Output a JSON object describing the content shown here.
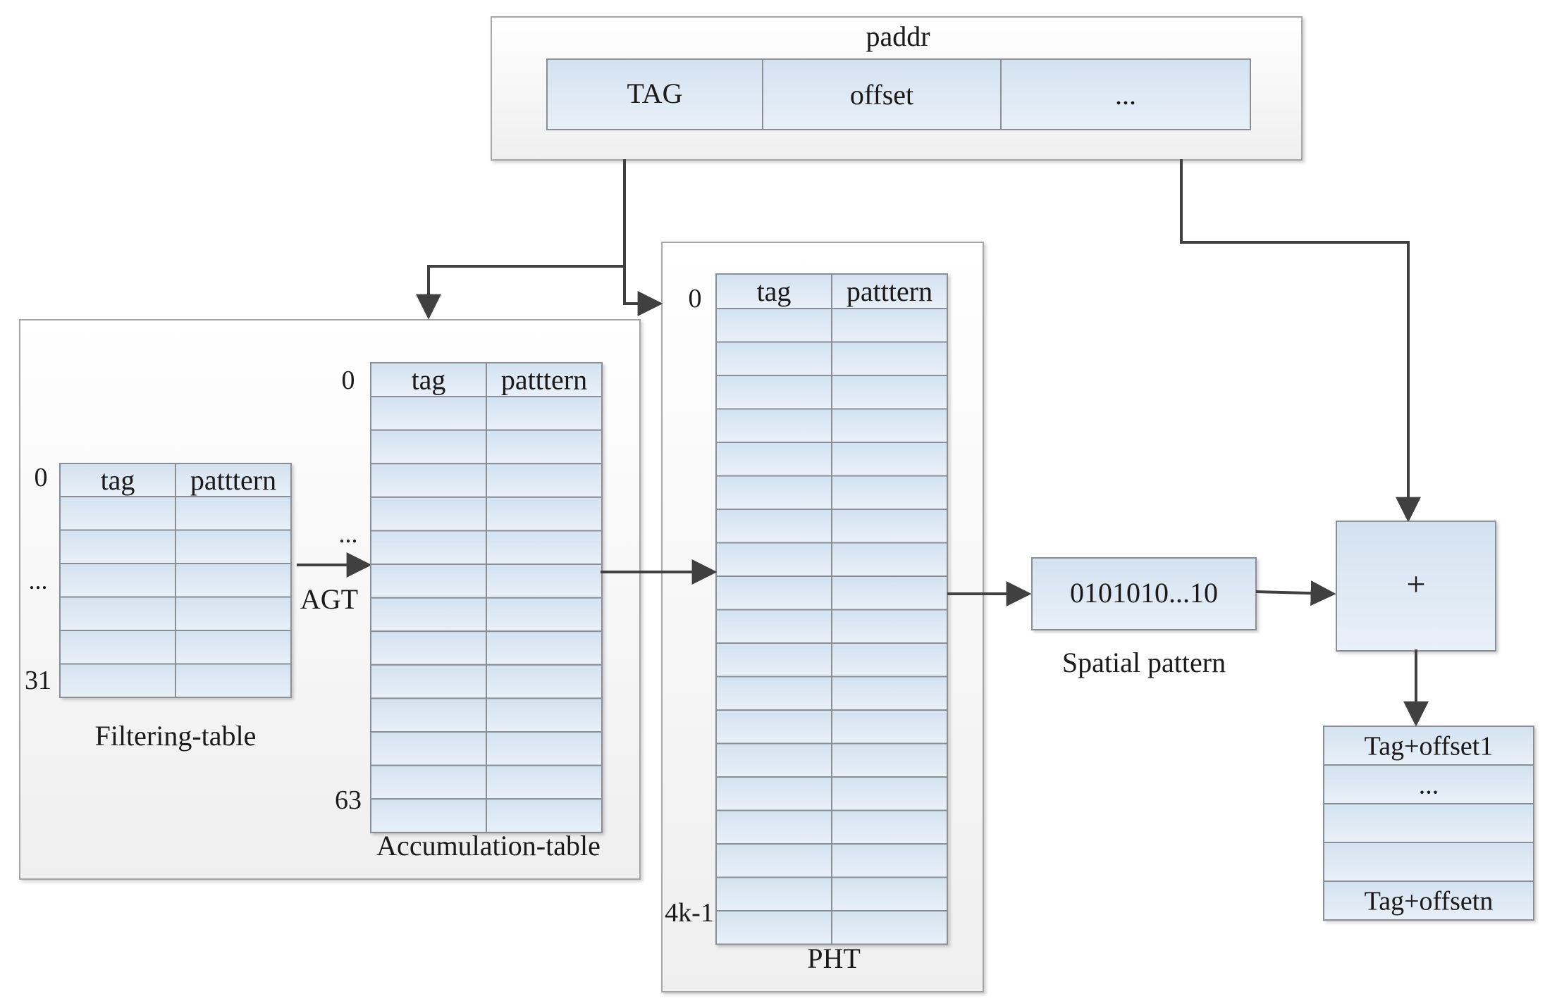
{
  "paddr": {
    "title": "paddr",
    "fields": [
      "TAG",
      "offset",
      "..."
    ]
  },
  "filtering_table": {
    "caption": "Filtering-table",
    "headers": [
      "tag",
      "patttern"
    ],
    "index_labels": [
      "0",
      "...",
      "31"
    ]
  },
  "agt_label": "AGT",
  "accumulation_table": {
    "caption": "Accumulation-table",
    "headers": [
      "tag",
      "patttern"
    ],
    "index_labels": [
      "0",
      "...",
      "63"
    ]
  },
  "pht": {
    "caption": "PHT",
    "headers": [
      "tag",
      "patttern"
    ],
    "index_labels": [
      "0",
      "4k-1"
    ]
  },
  "spatial_pattern": {
    "value": "0101010...10",
    "caption": "Spatial pattern"
  },
  "adder_symbol": "+",
  "output_list": {
    "items": [
      "Tag+offset1",
      "...",
      "",
      "",
      "Tag+offsetn"
    ]
  },
  "colors": {
    "cell_fill_top": "#d3e2f0",
    "cell_fill_bottom": "#e6eef7",
    "cell_stroke": "#8a8f95",
    "panel_fill": "#f4f4f4",
    "panel_stroke": "#a6a6a6",
    "arrow": "#404040",
    "text": "#1a1a1a"
  }
}
